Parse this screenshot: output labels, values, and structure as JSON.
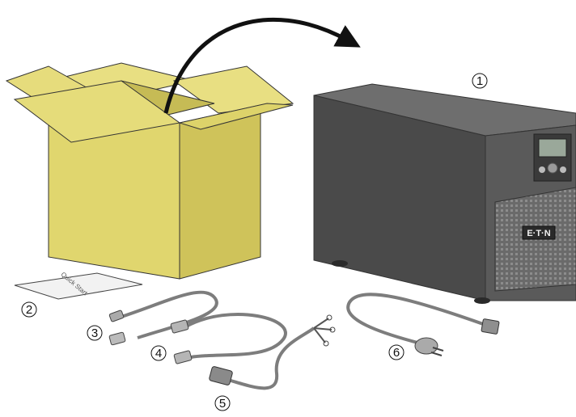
{
  "diagram": {
    "components": [
      {
        "id": "ups",
        "number": "1"
      },
      {
        "id": "quick-start-sheet",
        "number": "2",
        "sheet_text": "Quick Start"
      },
      {
        "id": "usb-cable",
        "number": "3"
      },
      {
        "id": "serial-cable",
        "number": "4"
      },
      {
        "id": "output-cord",
        "number": "5"
      },
      {
        "id": "input-cord",
        "number": "6"
      }
    ],
    "ups_logo": "E·T·N",
    "colors": {
      "box_face": "#e0d66e",
      "box_side": "#cfc35a",
      "box_flap": "#e8df82",
      "ups_front": "#5a5a5a",
      "ups_side": "#4a4a4a",
      "cable": "#7d7d7d"
    }
  }
}
